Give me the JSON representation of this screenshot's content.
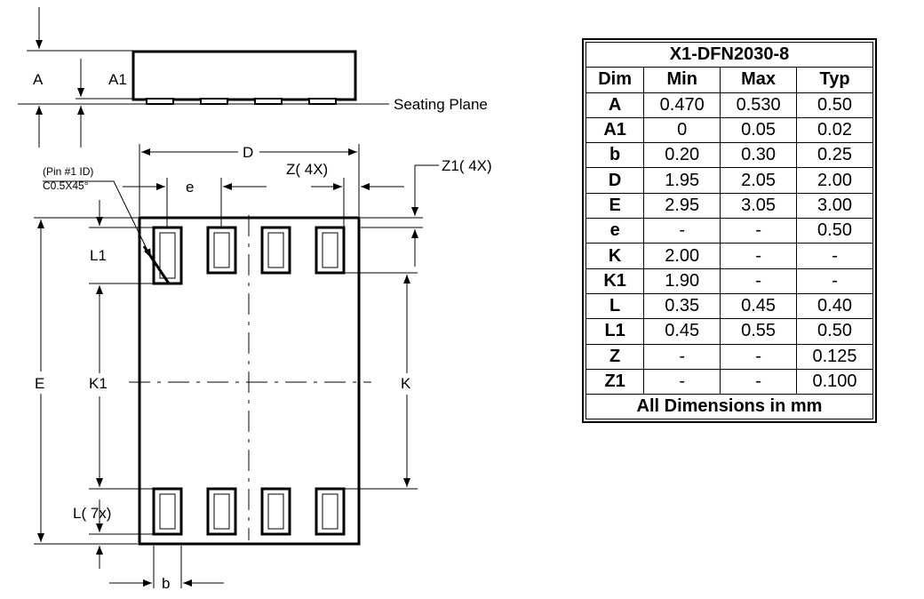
{
  "side_view": {
    "label_A": "A",
    "label_A1": "A1",
    "seating_plane": "Seating Plane"
  },
  "top_view": {
    "label_D": "D",
    "label_e": "e",
    "label_Z": "Z(  4X)",
    "label_Z1": "Z1(  4X)",
    "pin1_note_line1": "(Pin #1 ID)",
    "pin1_note_line2": "C0.5X45°",
    "label_L1": "L1",
    "label_E": "E",
    "label_K1": "K1",
    "label_K": "K",
    "label_L": "L(  7x)",
    "label_b": "b"
  },
  "table": {
    "title": "X1-DFN2030-8",
    "headers": [
      "Dim",
      "Min",
      "Max",
      "Typ"
    ],
    "rows": [
      [
        "A",
        "0.470",
        "0.530",
        "0.50"
      ],
      [
        "A1",
        "0",
        "0.05",
        "0.02"
      ],
      [
        "b",
        "0.20",
        "0.30",
        "0.25"
      ],
      [
        "D",
        "1.95",
        "2.05",
        "2.00"
      ],
      [
        "E",
        "2.95",
        "3.05",
        "3.00"
      ],
      [
        "e",
        "-",
        "-",
        "0.50"
      ],
      [
        "K",
        "2.00",
        "-",
        "-"
      ],
      [
        "K1",
        "1.90",
        "-",
        "-"
      ],
      [
        "L",
        "0.35",
        "0.45",
        "0.40"
      ],
      [
        "L1",
        "0.45",
        "0.55",
        "0.50"
      ],
      [
        "Z",
        "-",
        "-",
        "0.125"
      ],
      [
        "Z1",
        "-",
        "-",
        "0.100"
      ]
    ],
    "footer": "All Dimensions in mm"
  }
}
